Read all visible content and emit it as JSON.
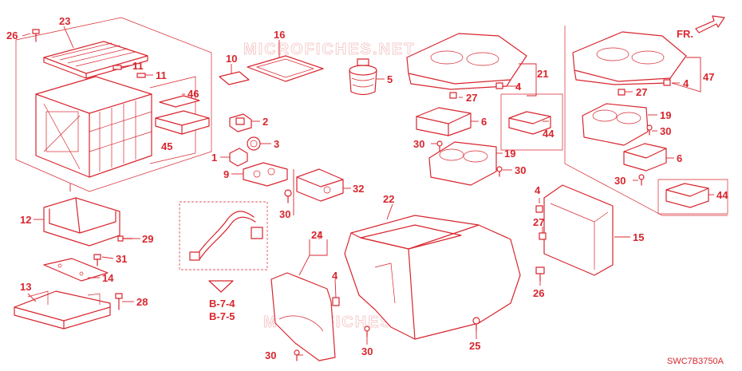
{
  "diagram": {
    "watermark": "MICROFICHES.NET",
    "diagram_code": "SWC7B3750A",
    "direction_label": "FR.",
    "refs": [
      "B-7-4",
      "B-7-5"
    ],
    "callouts": [
      {
        "id": "c1",
        "text": "1"
      },
      {
        "id": "c2",
        "text": "2"
      },
      {
        "id": "c3",
        "text": "3"
      },
      {
        "id": "c4a",
        "text": "4"
      },
      {
        "id": "c4b",
        "text": "4"
      },
      {
        "id": "c4c",
        "text": "4"
      },
      {
        "id": "c4d",
        "text": "4"
      },
      {
        "id": "c5",
        "text": "5"
      },
      {
        "id": "c6a",
        "text": "6"
      },
      {
        "id": "c6b",
        "text": "6"
      },
      {
        "id": "c9",
        "text": "9"
      },
      {
        "id": "c10",
        "text": "10"
      },
      {
        "id": "c11a",
        "text": "11"
      },
      {
        "id": "c11b",
        "text": "11"
      },
      {
        "id": "c12",
        "text": "12"
      },
      {
        "id": "c13",
        "text": "13"
      },
      {
        "id": "c14",
        "text": "14"
      },
      {
        "id": "c15",
        "text": "15"
      },
      {
        "id": "c16",
        "text": "16"
      },
      {
        "id": "c19a",
        "text": "19"
      },
      {
        "id": "c19b",
        "text": "19"
      },
      {
        "id": "c21",
        "text": "21"
      },
      {
        "id": "c22",
        "text": "22"
      },
      {
        "id": "c23",
        "text": "23"
      },
      {
        "id": "c24",
        "text": "24"
      },
      {
        "id": "c25",
        "text": "25"
      },
      {
        "id": "c26a",
        "text": "26"
      },
      {
        "id": "c26b",
        "text": "26"
      },
      {
        "id": "c27a",
        "text": "27"
      },
      {
        "id": "c27b",
        "text": "27"
      },
      {
        "id": "c27c",
        "text": "27"
      },
      {
        "id": "c28",
        "text": "28"
      },
      {
        "id": "c29",
        "text": "29"
      },
      {
        "id": "c30a",
        "text": "30"
      },
      {
        "id": "c30b",
        "text": "30"
      },
      {
        "id": "c30c",
        "text": "30"
      },
      {
        "id": "c30d",
        "text": "30"
      },
      {
        "id": "c30e",
        "text": "30"
      },
      {
        "id": "c30f",
        "text": "30"
      },
      {
        "id": "c30g",
        "text": "30"
      },
      {
        "id": "c31",
        "text": "31"
      },
      {
        "id": "c32",
        "text": "32"
      },
      {
        "id": "c44a",
        "text": "44"
      },
      {
        "id": "c44b",
        "text": "44"
      },
      {
        "id": "c45",
        "text": "45"
      },
      {
        "id": "c46",
        "text": "46"
      },
      {
        "id": "c47",
        "text": "47"
      }
    ]
  }
}
